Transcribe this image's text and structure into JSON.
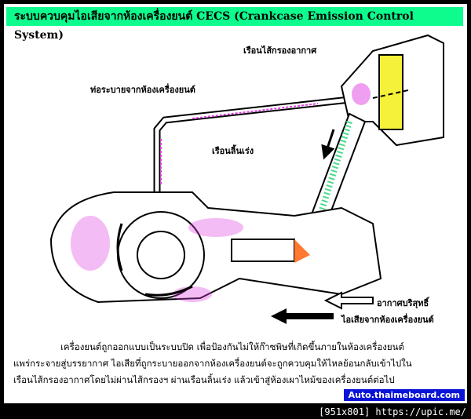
{
  "title": "ระบบควบคุมไอเสียจากห้องเครื่องยนต์ CECS (Crankcase Emission Control System)",
  "labels": {
    "air_filter": "เรือนไส้กรองอากาศ",
    "vent_pipe": "ท่อระบายจากห้องเครื่องยนต์",
    "throttle_body": "เรือนลิ้นเร่ง",
    "legend_clean_air": "อากาศบริสุทธิ์",
    "legend_blowby": "ไอเสียจากห้องเครื่องยนต์"
  },
  "description": [
    "เครื่องยนต์ถูกออกแบบเป็นระบบปิด เพื่อป้องกันไม่ให้ก๊าซพิษที่เกิดขึ้นภายในห้องเครื่องยนต์",
    "แพร่กระจายสู่บรรยากาศ ไอเสียที่ถูกระบายออกจากห้องเครื่องยนต์จะถูกควบคุมให้ไหลย้อนกลับเข้าไปใน",
    "เรือนไส้กรองอากาศโดยไม่ผ่านไส้กรองฯ ผ่านเรือนลิ้นเร่ง แล้วเข้าสู่ห้องเผาไหม้ของเครื่องยนต์ต่อไป"
  ],
  "credit": "Auto.thaimeboard.com",
  "footer": "[951x801] https://upic.me/",
  "colors": {
    "title_bg": "#0dfc8d",
    "filter": "#f5f03a",
    "blowby": "#e040e0",
    "intake_mix": "#20d070",
    "credit_bg": "#0a14d6"
  }
}
